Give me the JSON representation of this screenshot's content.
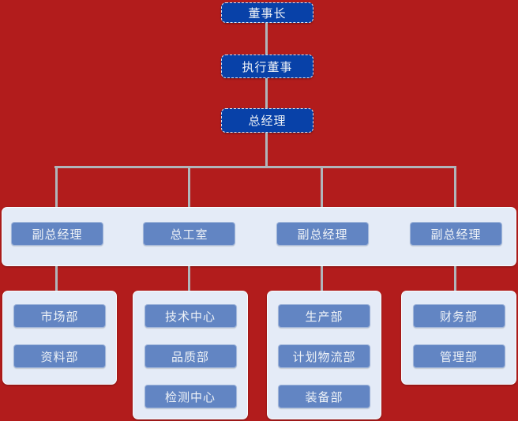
{
  "diagram": {
    "type": "org-chart",
    "levels": {
      "top": [
        {
          "label": "董事长"
        },
        {
          "label": "执行董事"
        },
        {
          "label": "总经理"
        }
      ],
      "management": [
        {
          "label": "副总经理"
        },
        {
          "label": "总工室"
        },
        {
          "label": "副总经理"
        },
        {
          "label": "副总经理"
        }
      ],
      "departments": [
        {
          "items": [
            {
              "label": "市场部"
            },
            {
              "label": "资料部"
            }
          ]
        },
        {
          "items": [
            {
              "label": "技术中心"
            },
            {
              "label": "品质部"
            },
            {
              "label": "检测中心"
            }
          ]
        },
        {
          "items": [
            {
              "label": "生产部"
            },
            {
              "label": "计划物流部"
            },
            {
              "label": "装备部"
            }
          ]
        },
        {
          "items": [
            {
              "label": "财务部"
            },
            {
              "label": "管理部"
            }
          ]
        }
      ]
    },
    "colors": {
      "background": "#b21c1c",
      "executive_box": "#0841a8",
      "department_box": "#6285c3",
      "panel": "#e4ebf7",
      "connector": "#b0b5ba",
      "text": "#eef2f7"
    }
  }
}
